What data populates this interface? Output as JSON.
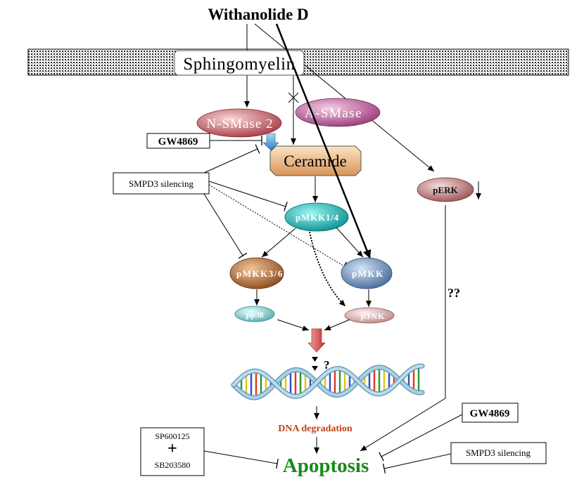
{
  "title": "Withanolide D",
  "nodes": {
    "sphingomyelin": "Sphingomyelin",
    "nsmase2": "N-SMase 2",
    "asmase": "A-SMase",
    "ceramide": "Ceramide",
    "perk": "pERK",
    "pmkk14": "pMKK1/4",
    "pmkk36": "pMKK3/6",
    "pmkk7": "pMKK",
    "pp38": "pp38",
    "pjnk": "pJNK",
    "dna_degradation": "DNA degradation",
    "apoptosis": "Apoptosis"
  },
  "inhibitors": {
    "gw4869_top": "GW4869",
    "smpd3_left": "SMPD3 silencing",
    "gw4869_right": "GW4869",
    "smpd3_right": "SMPD3 silencing",
    "sp600125": "SP600125",
    "plus": "+",
    "sb203580": "SB203580"
  },
  "annotations": {
    "unknown_single": "?",
    "unknown_double": "??"
  },
  "colors": {
    "apoptosis": "#1a8a1a",
    "dna_degradation": "#c0441a"
  }
}
